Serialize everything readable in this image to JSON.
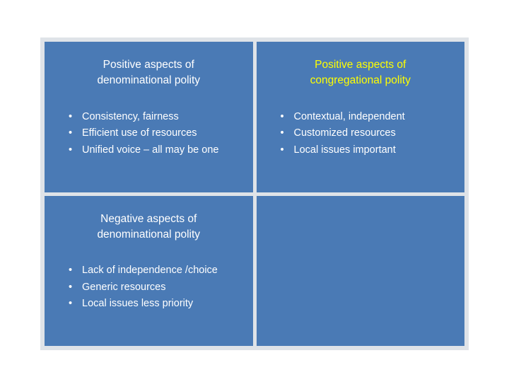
{
  "slide": {
    "background_color": "#ffffff",
    "frame_color": "#dfe3e8",
    "cell_color": "#4a7ab5",
    "accent_text_color": "#ffff00",
    "text_color": "#ffffff",
    "bullet_glyph": "•"
  },
  "cells": [
    {
      "id": "positive-denominational",
      "title": "Positive aspects of\ndenominational polity",
      "title_accent": false,
      "bullets": [
        "Consistency, fairness",
        "Efficient use of resources",
        "Unified voice – all may be one"
      ]
    },
    {
      "id": "positive-congregational",
      "title": "Positive aspects of\ncongregational polity",
      "title_accent": true,
      "bullets": [
        "Contextual, independent",
        "Customized resources",
        "Local issues important"
      ]
    },
    {
      "id": "negative-denominational",
      "title": "Negative aspects of\ndenominational polity",
      "title_accent": false,
      "bullets": [
        "Lack of independence /choice",
        "Generic resources",
        "Local issues less priority"
      ]
    },
    {
      "id": "empty-cell",
      "title": "",
      "title_accent": false,
      "bullets": []
    }
  ]
}
